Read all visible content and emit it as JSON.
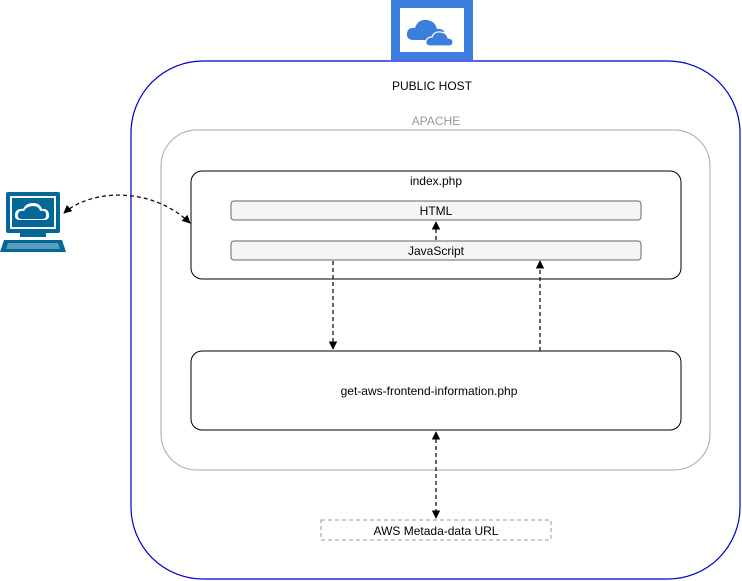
{
  "public_host": {
    "label": "PUBLIC HOST",
    "icon": "cloud-monitor-icon"
  },
  "apache": {
    "label": "APACHE"
  },
  "index_php": {
    "label": "index.php",
    "html_label": "HTML",
    "javascript_label": "JavaScript"
  },
  "get_aws_frontend": {
    "label": "get-aws-frontend-information.php"
  },
  "aws_metadata": {
    "label": "AWS Metada-data URL"
  },
  "client": {
    "icon": "client-computer-icon"
  },
  "colors": {
    "host_border": "#0000cc",
    "apache_border": "#a6a6a6",
    "apache_text": "#999999",
    "box_border": "#000000",
    "inner_fill": "#f5f5f5",
    "inner_border": "#666666",
    "icon_blue": "#3c7edb",
    "client_teal": "#036897"
  }
}
